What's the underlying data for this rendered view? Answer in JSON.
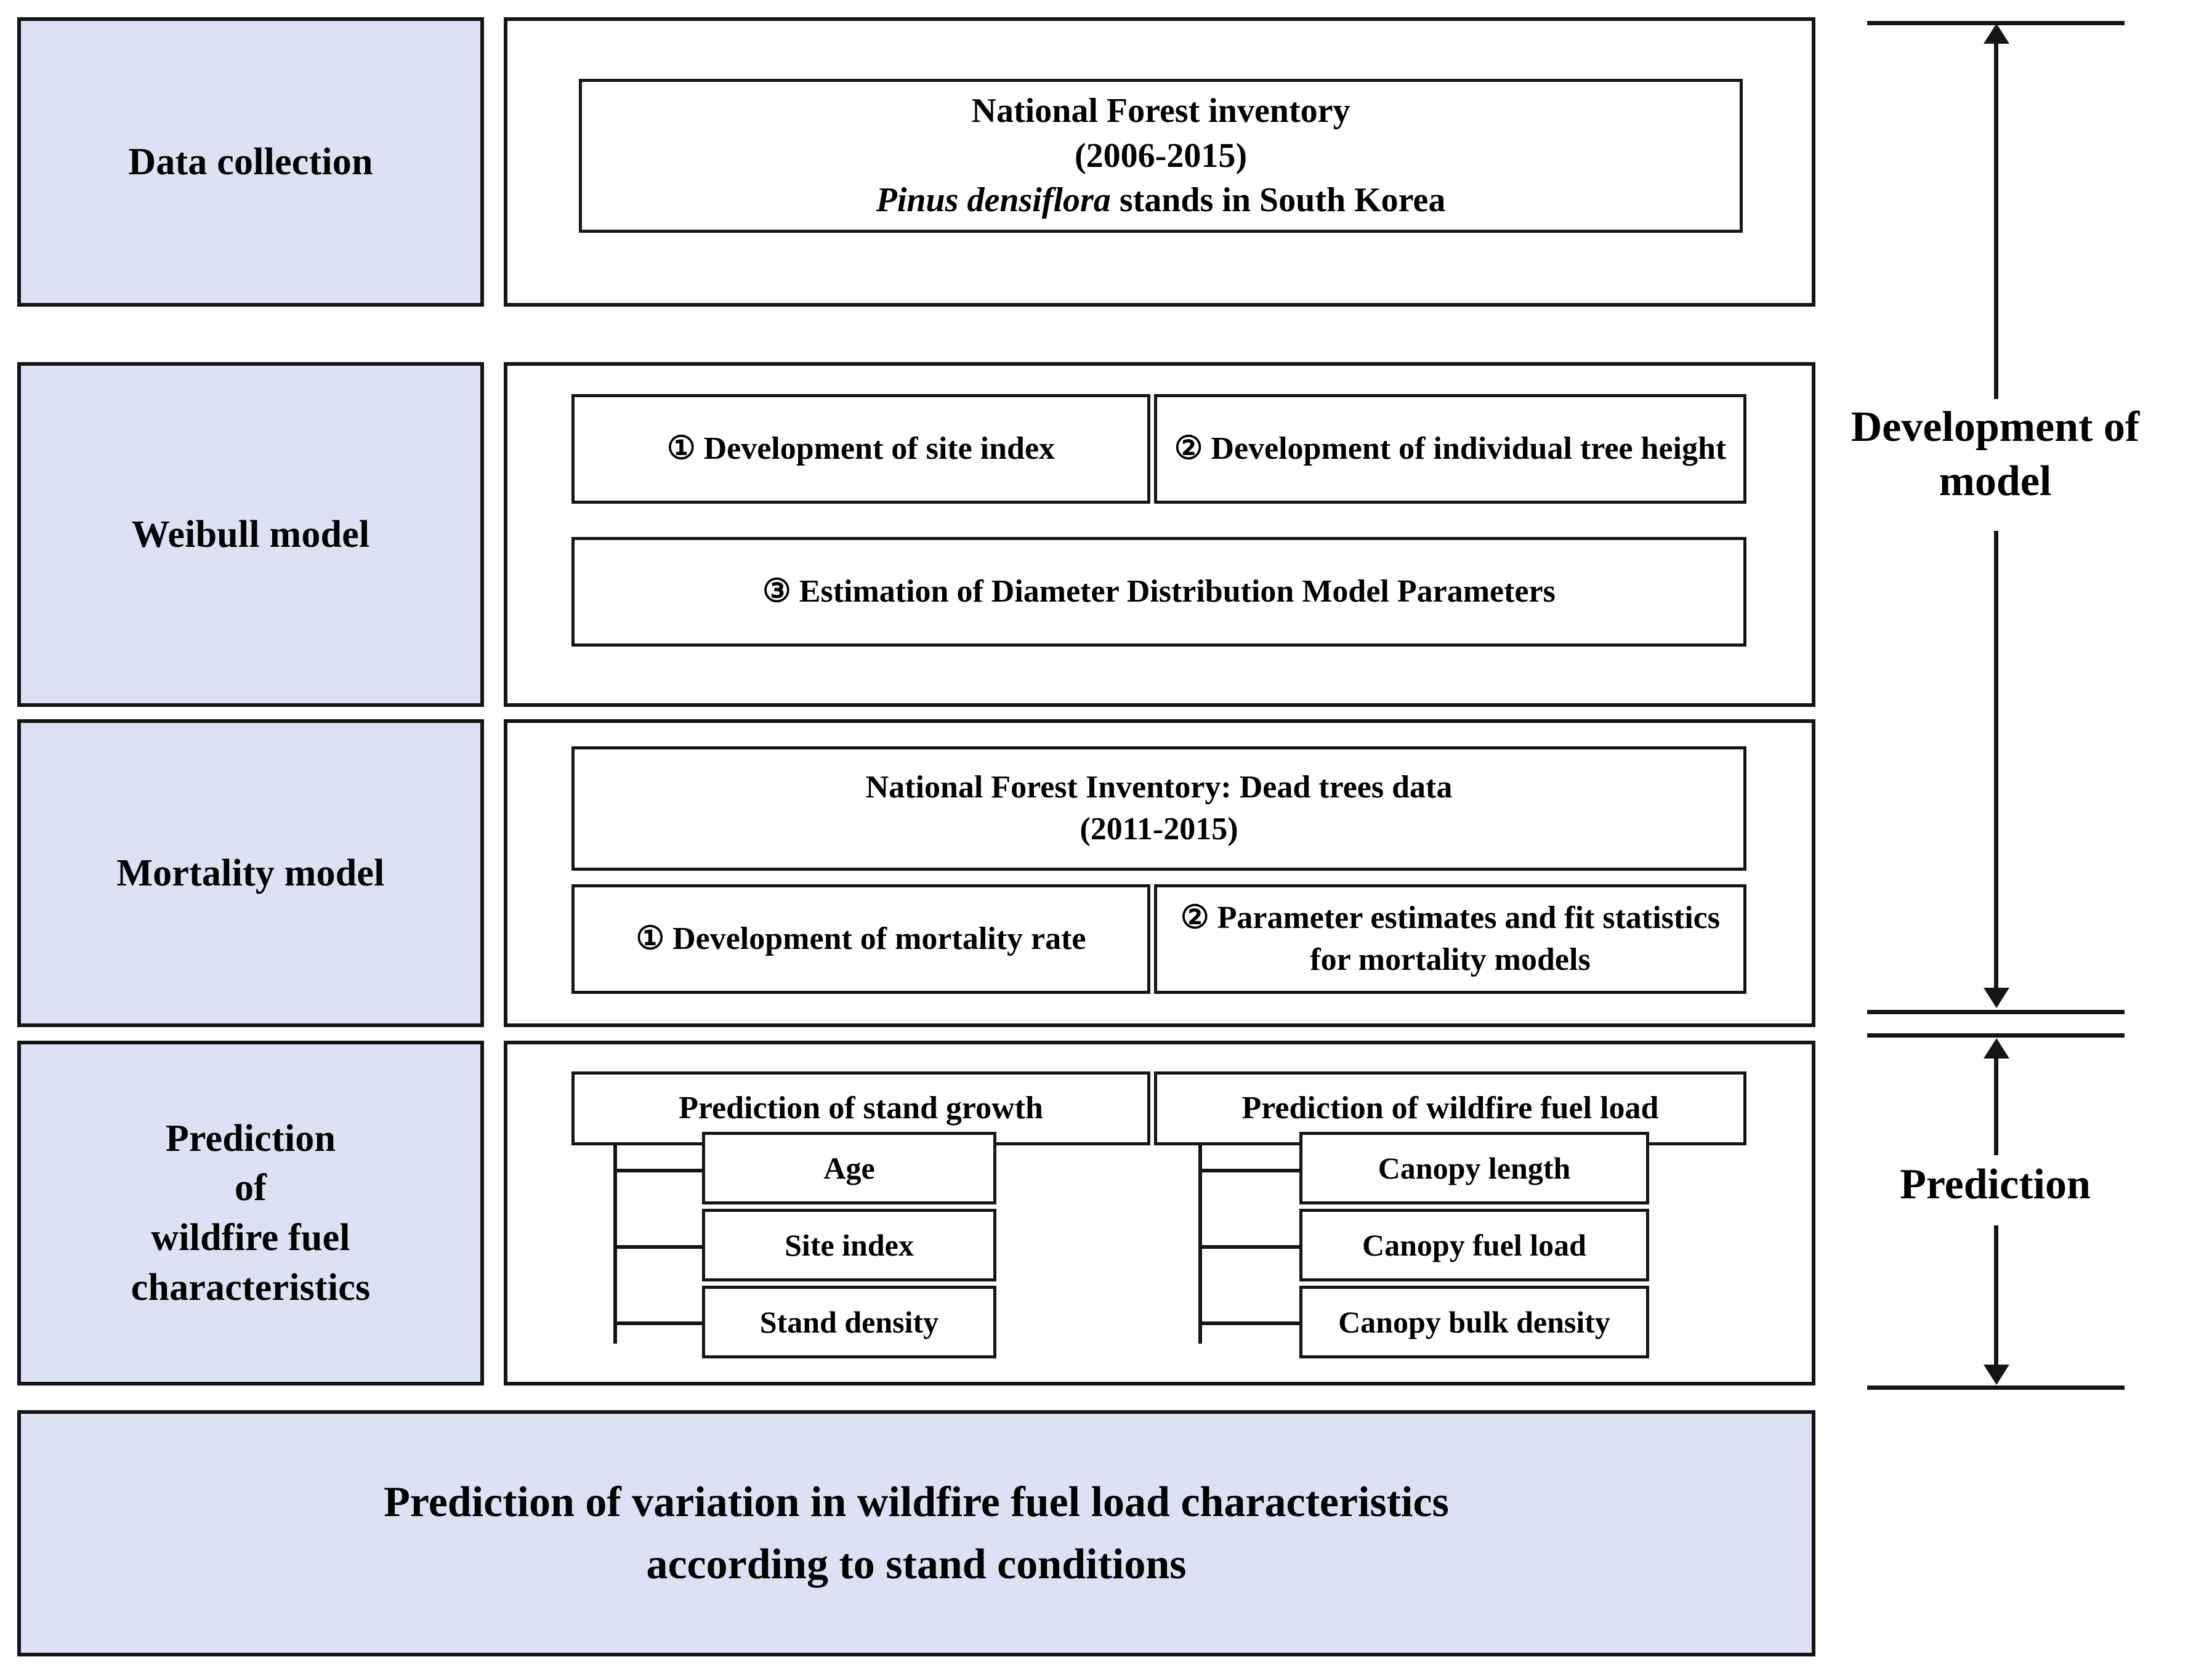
{
  "stages": [
    {
      "id": "data-collection",
      "label": "Data collection"
    },
    {
      "id": "weibull-model",
      "label": "Weibull model"
    },
    {
      "id": "mortality-model",
      "label": "Mortality model"
    },
    {
      "id": "prediction-characteristics",
      "label_line1": "Prediction",
      "label_line2": "of",
      "label_line3": "wildfire fuel",
      "label_line4": "characteristics"
    }
  ],
  "data_collection": {
    "line1": "National Forest inventory",
    "line2": "(2006-2015)",
    "line3_italic": "Pinus densiflora",
    "line3_rest": " stands in South Korea"
  },
  "weibull": {
    "item1": "① Development of site index",
    "item2": "② Development of individual tree height",
    "item3": "③ Estimation of Diameter Distribution Model Parameters"
  },
  "mortality": {
    "header_line1": "National Forest Inventory: Dead trees data",
    "header_line2": "(2011-2015)",
    "item1": "① Development of mortality rate",
    "item2": "② Parameter estimates and fit statistics for mortality models"
  },
  "prediction": {
    "left_parent": "Prediction of stand growth",
    "left_children": [
      "Age",
      "Site index",
      "Stand density"
    ],
    "right_parent": "Prediction of wildfire fuel load",
    "right_children": [
      "Canopy length",
      "Canopy fuel load",
      "Canopy bulk density"
    ]
  },
  "summary": {
    "line1": "Prediction of variation in wildfire fuel load characteristics",
    "line2": "according to stand conditions"
  },
  "annotations": {
    "development_line1": "Development of",
    "development_line2": "model",
    "prediction": "Prediction"
  },
  "colors": {
    "stage_fill": "#dce2f3",
    "stroke": "#151515",
    "page_bg": "#ffffff"
  }
}
